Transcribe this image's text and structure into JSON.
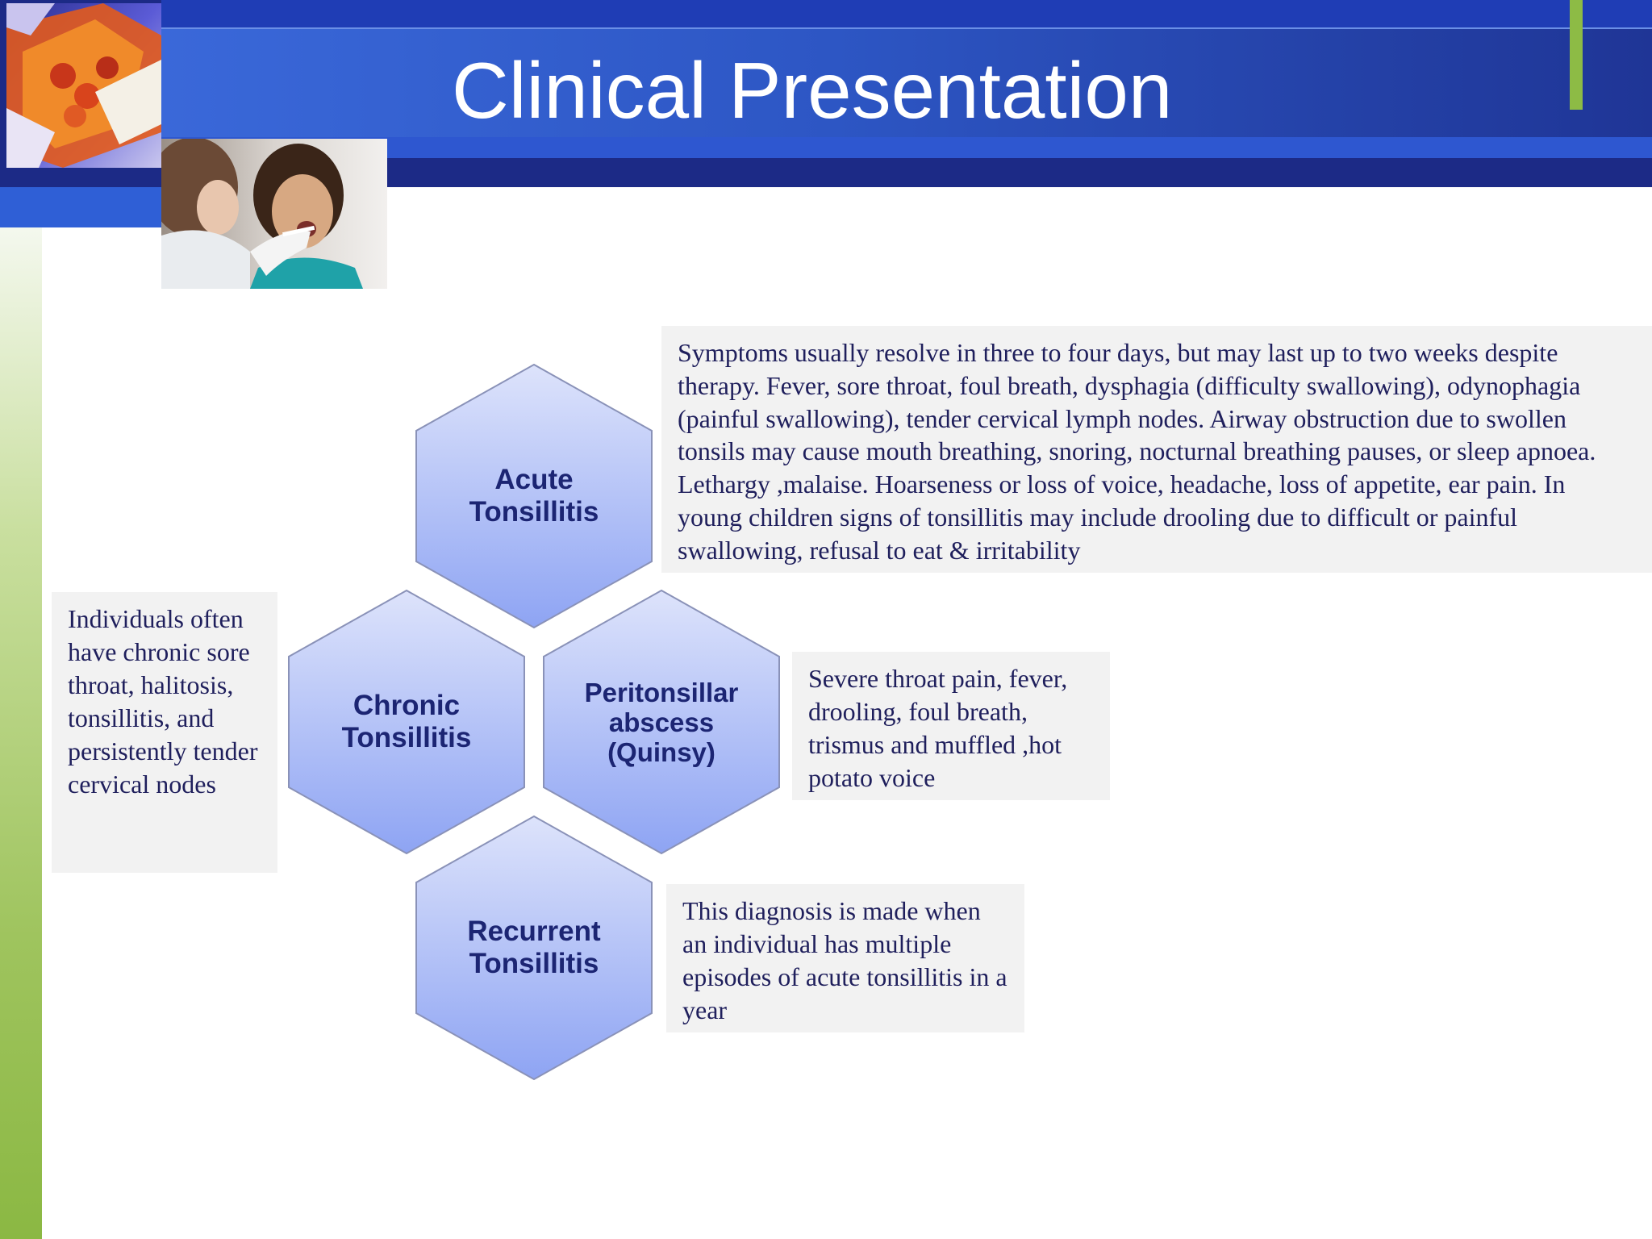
{
  "slide": {
    "title": "Clinical Presentation"
  },
  "images": {
    "pills_photo": "medicine-bottle-photo",
    "exam_photo": "throat-examination-photo"
  },
  "hexagons": [
    {
      "label": "Acute\nTonsillitis"
    },
    {
      "label": "Chronic\nTonsillitis"
    },
    {
      "label": "Peritonsillar\nabscess\n(Quinsy)"
    },
    {
      "label": "Recurrent\nTonsillitis"
    }
  ],
  "notes": {
    "acute": "Symptoms usually resolve in three to four days, but may last up to two weeks despite therapy. Fever, sore throat, foul breath, dysphagia (difficulty swallowing), odynophagia (painful swallowing), tender cervical lymph nodes. Airway obstruction due to swollen tonsils may cause mouth breathing, snoring, nocturnal breathing pauses, or sleep apnoea. Lethargy ,malaise. Hoarseness or loss of voice,  headache, loss of appetite, ear pain. In young children signs of tonsillitis may include drooling due to difficult or painful swallowing, refusal to eat & irritability",
    "chronic": "Individuals often have chronic sore throat, halitosis, tonsillitis, and persistently tender cervical nodes",
    "quinsy": "Severe throat pain, fever, drooling, foul breath, trismus and muffled ,hot potato voice",
    "recurrent": "This diagnosis is made when an individual has multiple episodes of acute tonsillitis in a year"
  },
  "colors": {
    "header_dark": "#1c2a86",
    "header_band": "#3a68d9",
    "accent_green": "#8dbb45",
    "hex_top": "#dde3fb",
    "hex_bottom": "#8ea4f3",
    "hex_text": "#1c2573",
    "note_bg": "#f2f2f2"
  }
}
